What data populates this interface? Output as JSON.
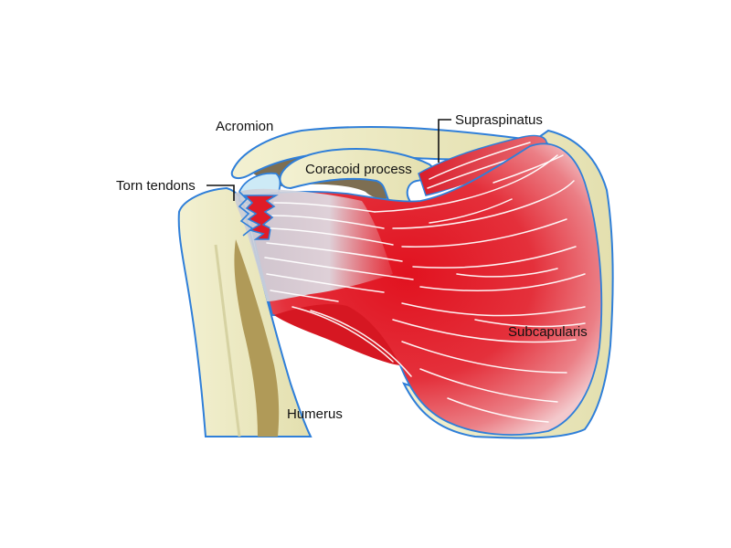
{
  "labels": {
    "acromion": "Acromion",
    "supraspinatus": "Supraspinatus",
    "coracoid_process": "Coracoid process",
    "torn_tendons": "Torn tendons",
    "subcapularis": "Subcapularis",
    "humerus": "Humerus"
  },
  "colors": {
    "bone": "#ece9bf",
    "bone_shadow": "#b8a35c",
    "outline": "#2f7fd9",
    "muscle": "#e2202c",
    "tendon": "#cfd3dc",
    "cartilage": "#cdeaf6",
    "dark_bone": "#7d6e52"
  }
}
